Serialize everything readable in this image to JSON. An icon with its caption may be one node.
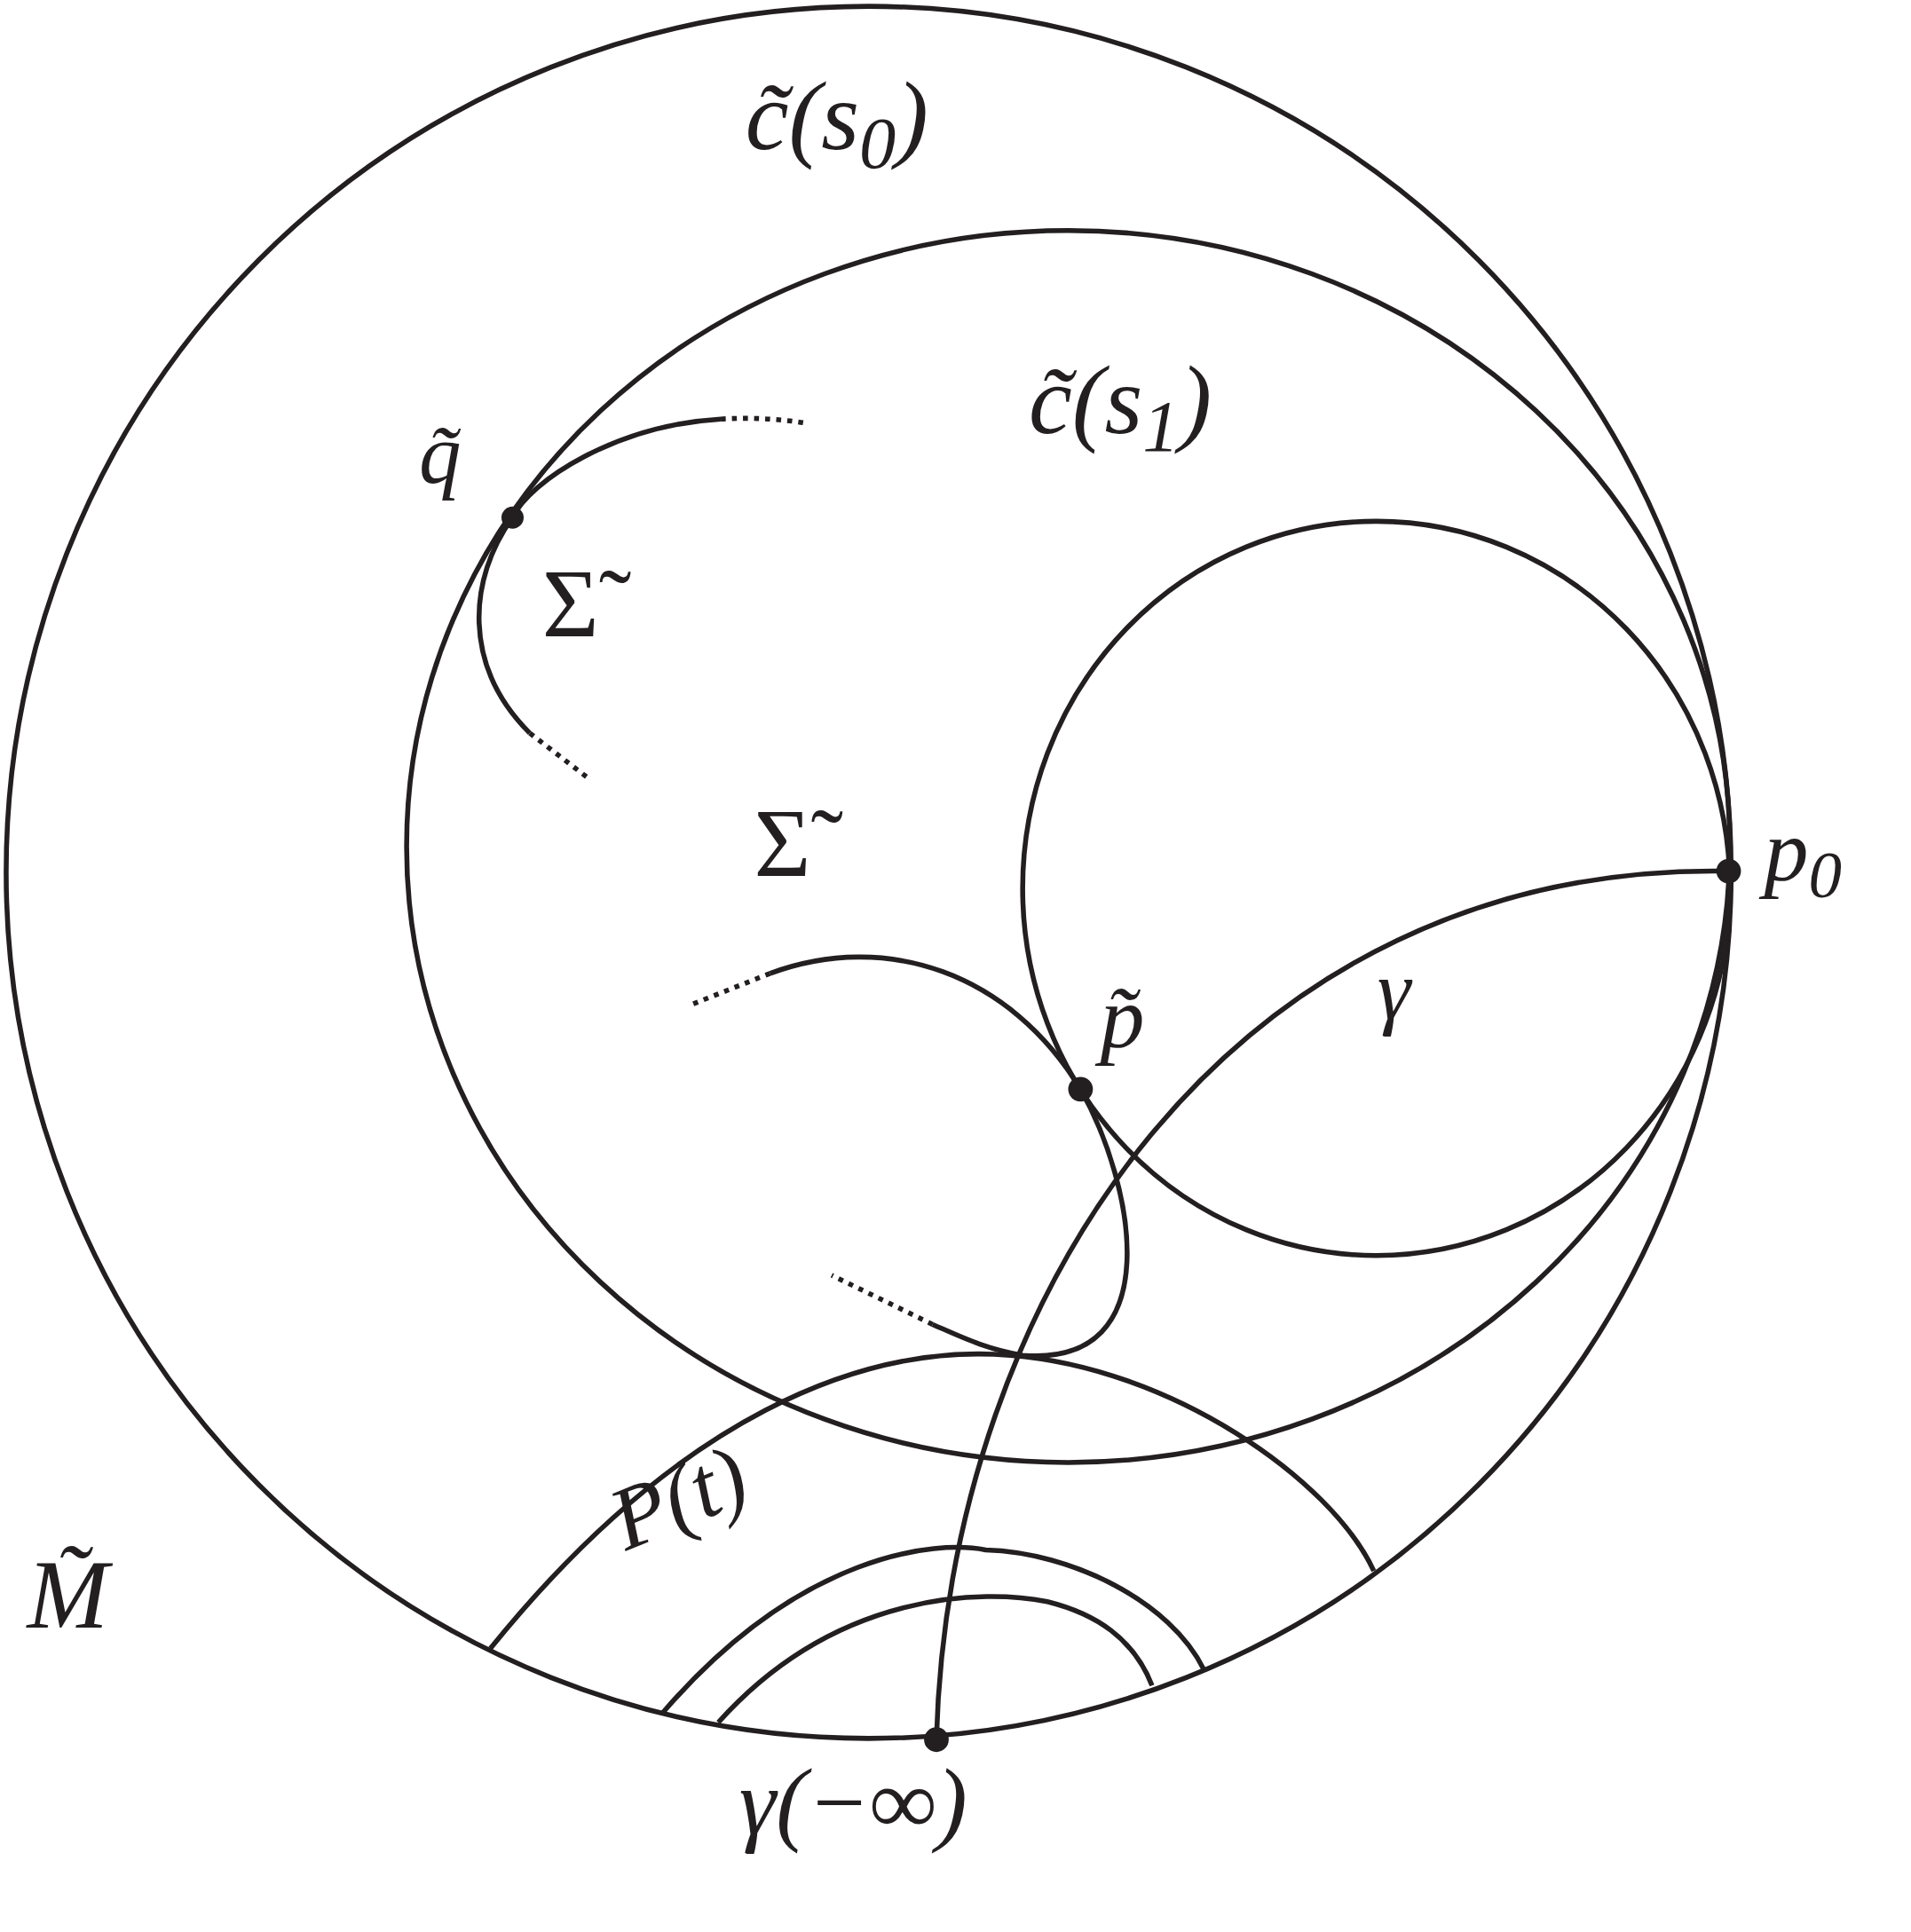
{
  "diagram": {
    "labels": [
      "c̃(s$_{0}$)",
      "q̃",
      "c̃(s$_{1}$)",
      "Σ̃",
      "Σ̃",
      "p$_{0}$",
      "p̃",
      "γ",
      "P(t)",
      "M̃",
      "γ(−∞)"
    ]
  }
}
